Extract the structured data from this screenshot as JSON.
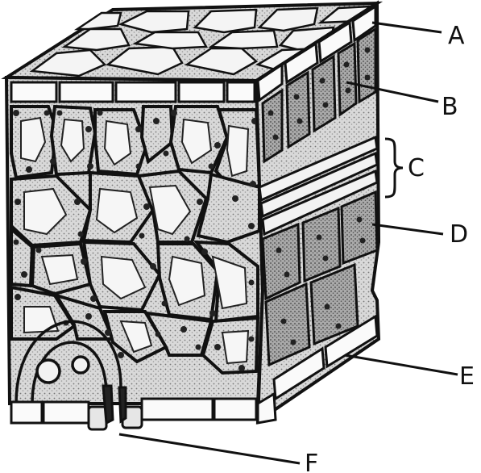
{
  "labels": {
    "a": "A",
    "b": "B",
    "c": "C",
    "d": "D",
    "e": "E",
    "f": "F"
  },
  "colors": {
    "ink": "#111111",
    "paper": "#ffffff",
    "cell_shade": "#cfcfcf",
    "cell_dark": "#8a8a8a"
  }
}
